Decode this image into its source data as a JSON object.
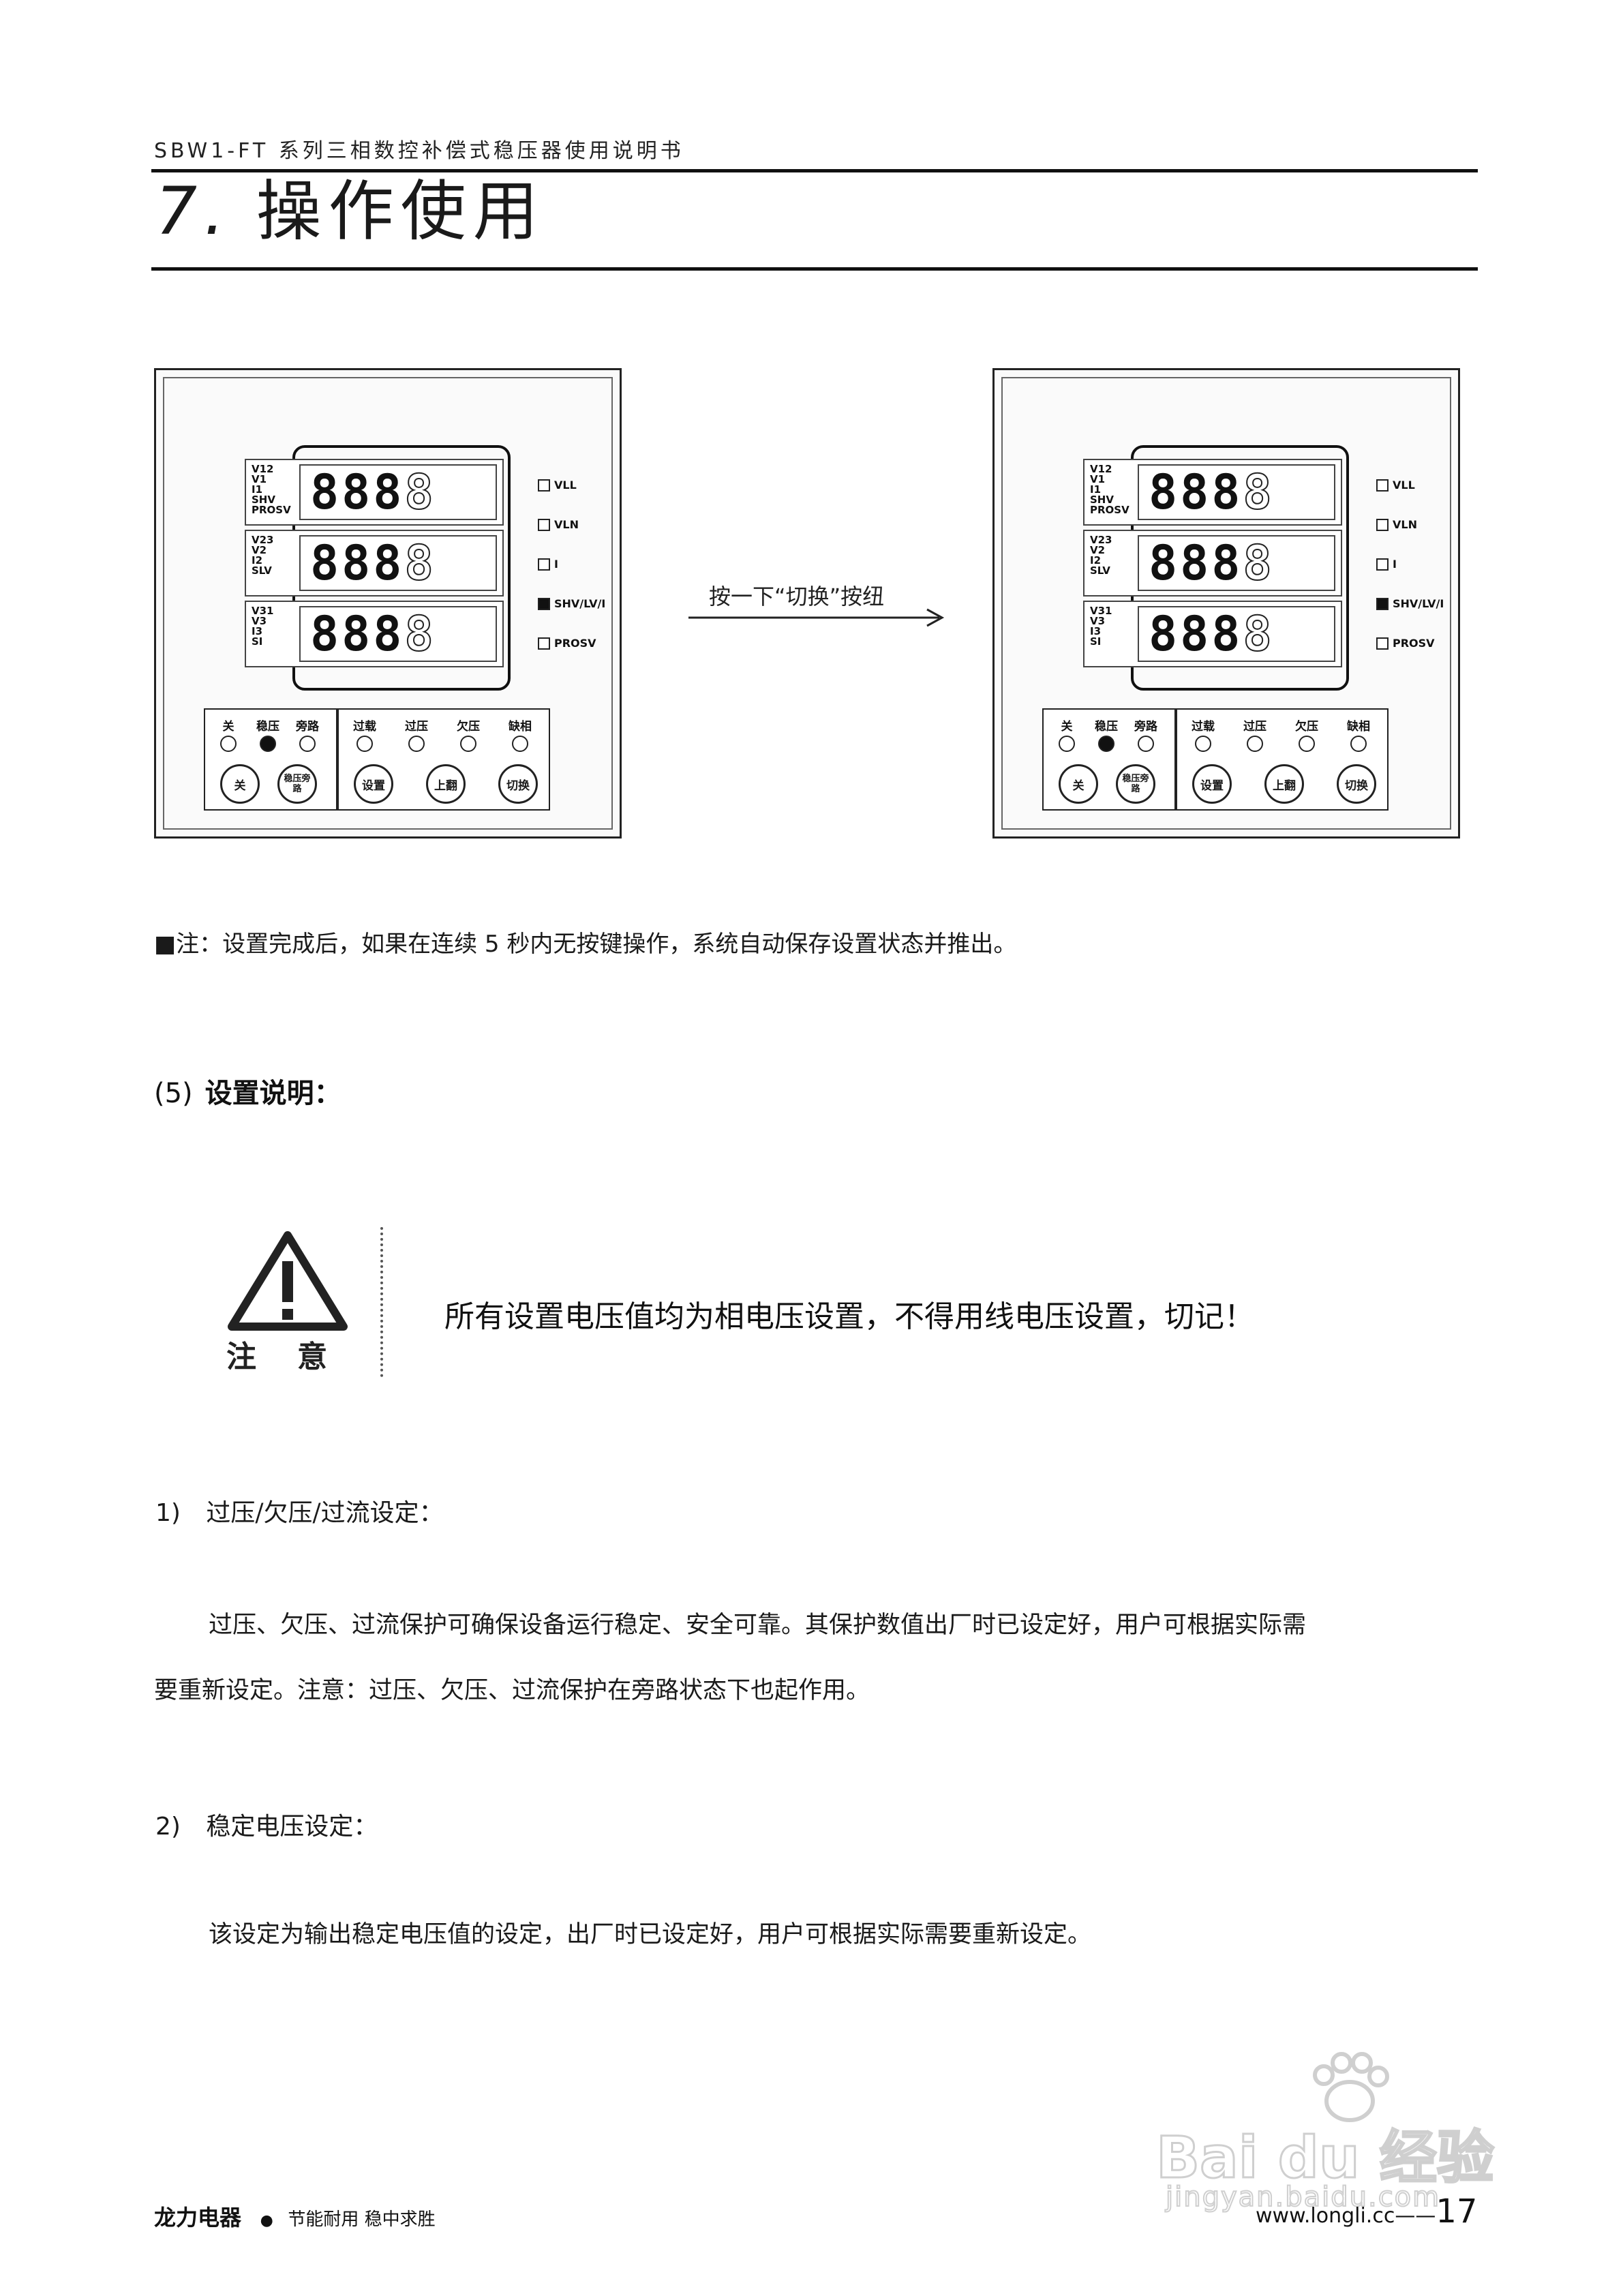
{
  "header": {
    "title": "SBW1-FT 系列三相数控补偿式稳压器使用说明书"
  },
  "section": {
    "number": "7.",
    "title": "操作使用"
  },
  "diagram": {
    "row_labels": [
      [
        "V12",
        "V1",
        "I1",
        "SHV",
        "PROSV"
      ],
      [
        "V23",
        "V2",
        "I2",
        "SLV"
      ],
      [
        "V31",
        "V3",
        "I3",
        "SI"
      ]
    ],
    "digits": "888",
    "indicators": [
      "VLL",
      "VLN",
      "I",
      "SHV/LV/I",
      "PROSV"
    ],
    "leds_left": [
      "关",
      "稳压",
      "旁路"
    ],
    "leds_right": [
      "过载",
      "过压",
      "欠压",
      "缺相"
    ],
    "buttons_left": [
      "关",
      "稳压旁路"
    ],
    "buttons_right": [
      "设置",
      "上翻",
      "切换"
    ],
    "arrow_label": "按一下“切换”按纽"
  },
  "note": "■注：设置完成后，如果在连续 5 秒内无按键操作，系统自动保存设置状态并推出。",
  "subsection": {
    "num": "(5)",
    "title": "设置说明："
  },
  "warning": {
    "icon_label": "注　意",
    "text": "所有设置电压值均为相电压设置，不得用线电压设置，切记！"
  },
  "items": [
    {
      "num": "1)",
      "title": "过压/欠压/过流设定：",
      "para1": "过压、欠压、过流保护可确保设备运行稳定、安全可靠。其保护数值出厂时已设定好，用户可根据实际需",
      "para2": "要重新设定。注意：过压、欠压、过流保护在旁路状态下也起作用。"
    },
    {
      "num": "2)",
      "title": "稳定电压设定：",
      "para1": "该设定为输出稳定电压值的设定，出厂时已设定好，用户可根据实际需要重新设定。"
    }
  ],
  "footer": {
    "brand": "龙力电器",
    "slogan": "节能耐用  稳中求胜",
    "url": "www.longli.cc",
    "page": "17"
  },
  "watermark": {
    "line1": "Bai du 经验",
    "line2": "jingyan.baidu.com"
  }
}
